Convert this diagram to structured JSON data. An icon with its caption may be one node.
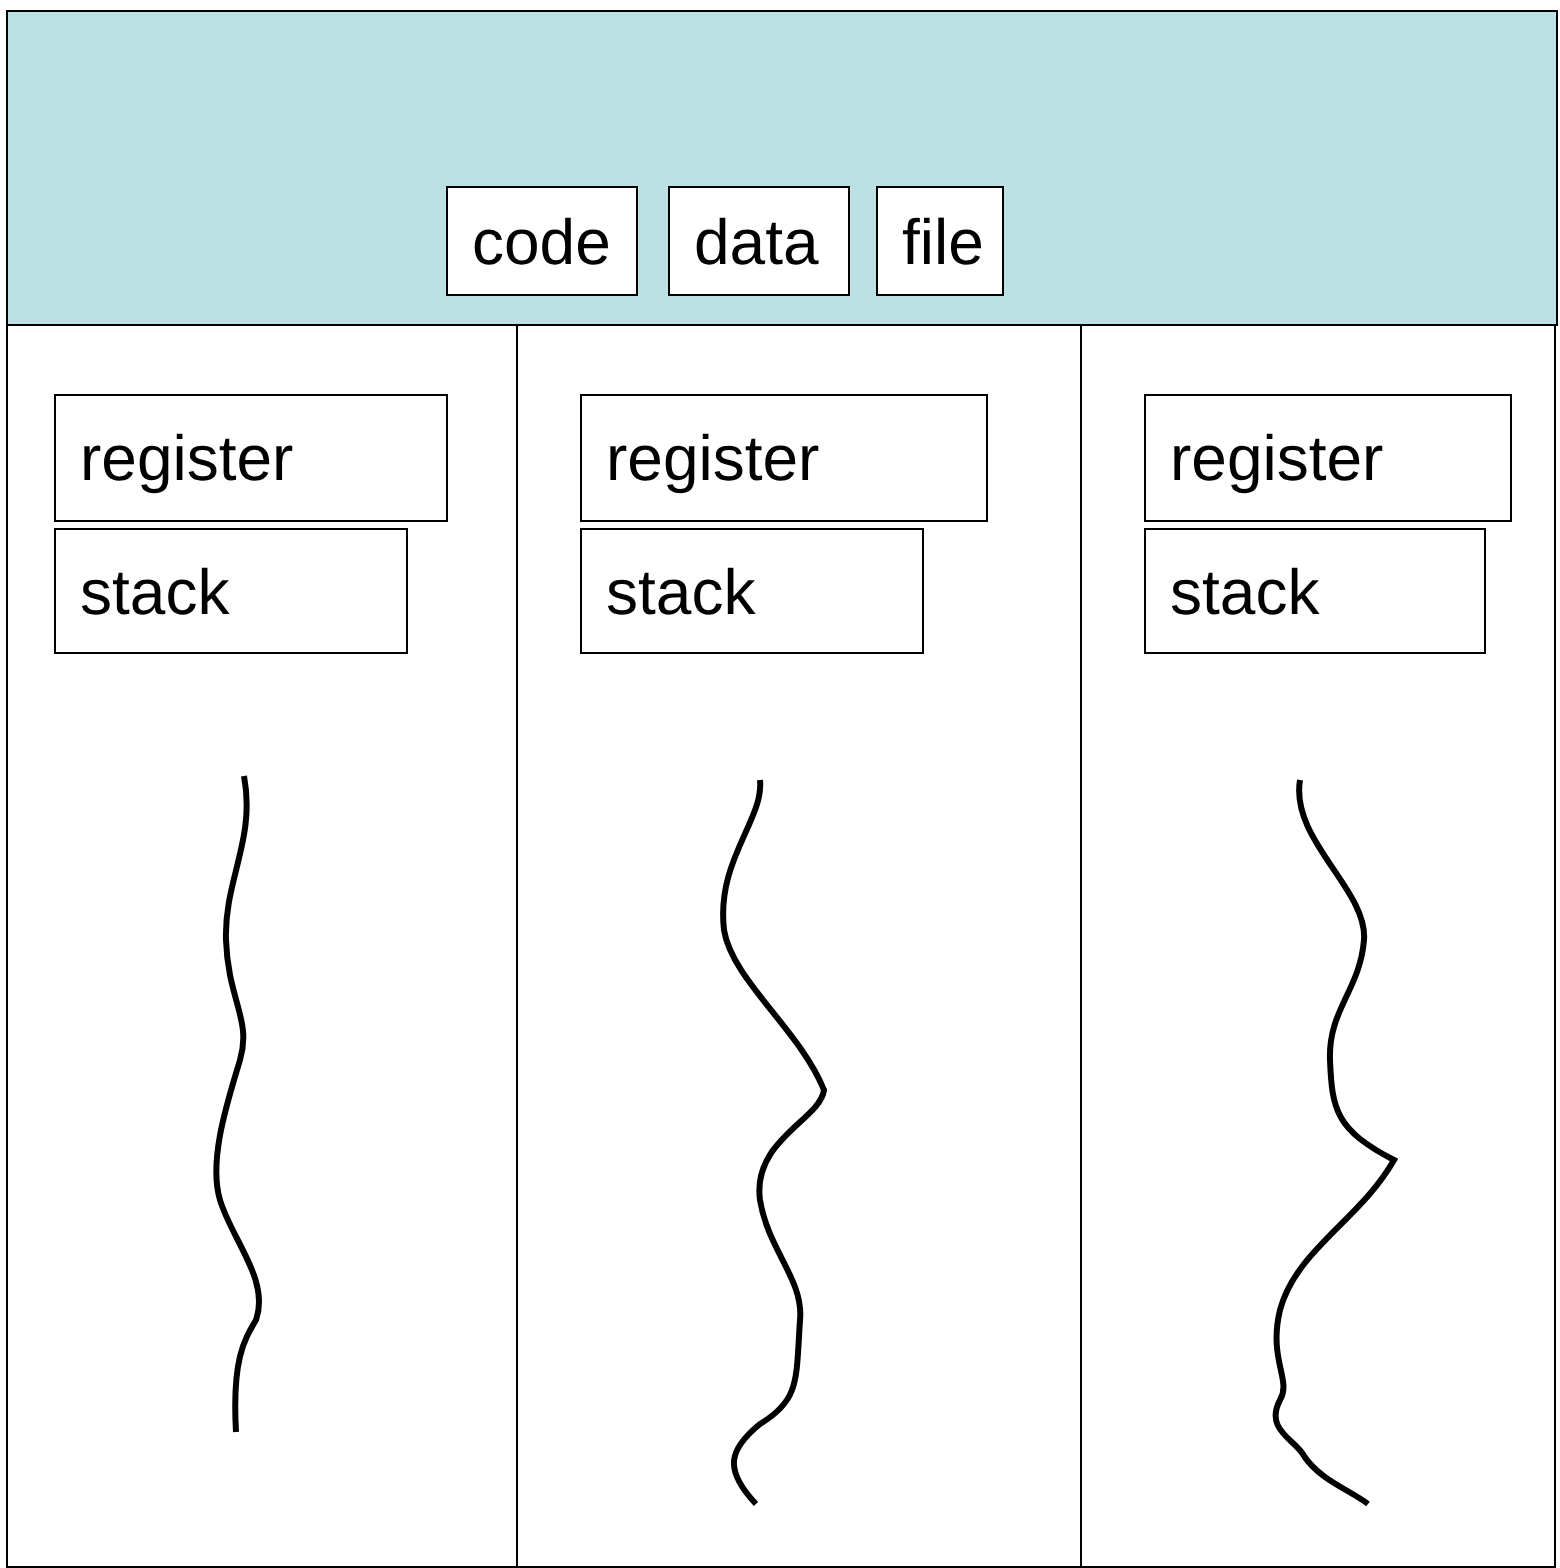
{
  "diagram": {
    "nodes": [
      {
        "text": [],
        "shape": "box"
      },
      {
        "text": [
          "code"
        ],
        "in": 0
      },
      {
        "text": [
          "data"
        ],
        "in": 0
      },
      {
        "text": [
          "file"
        ],
        "in": 0
      },
      {
        "text": [],
        "shape": "box"
      },
      {
        "text": [
          "register"
        ],
        "in": 4
      },
      {
        "text": [
          "stack"
        ],
        "in": 4
      },
      {
        "text": [],
        "shape": "box"
      },
      {
        "text": [
          "register"
        ],
        "in": 7
      },
      {
        "text": [
          "stack"
        ],
        "in": 7
      },
      {
        "text": [],
        "shape": "box"
      },
      {
        "text": [
          "register"
        ],
        "in": 10
      },
      {
        "text": [
          "stack"
        ],
        "in": 10
      }
    ]
  }
}
